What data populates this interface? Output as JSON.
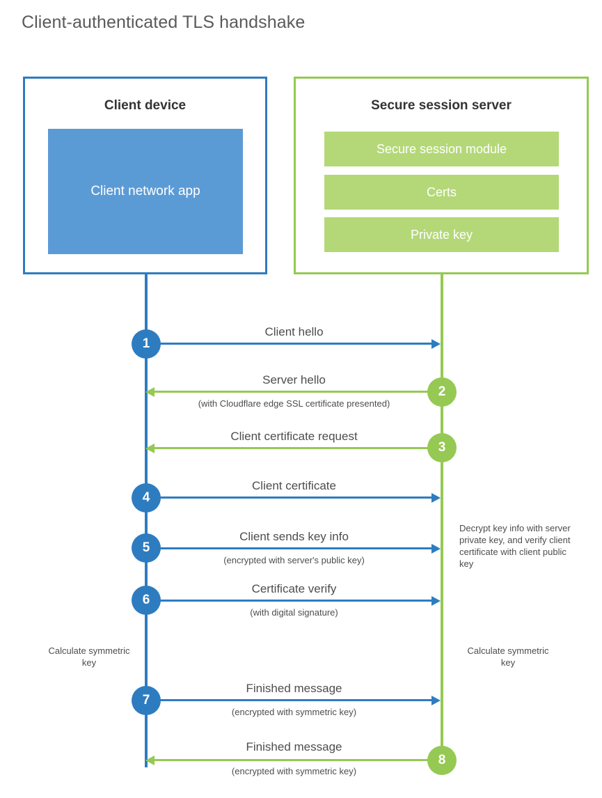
{
  "title": "Client-authenticated TLS handshake",
  "colors": {
    "client_blue": "#2e7cc0",
    "client_app_fill": "#5b9bd5",
    "server_green": "#95c954",
    "server_bar_fill": "#b4d878",
    "text": "#4d4d4d",
    "heading": "#5a5a5a"
  },
  "actors": {
    "client": {
      "title": "Client device",
      "app_label": "Client network app"
    },
    "server": {
      "title": "Secure session server",
      "components": [
        "Secure session module",
        "Certs",
        "Private key"
      ]
    }
  },
  "steps": [
    {
      "number": "1",
      "label": "Client hello",
      "sublabel": "",
      "direction": "client-to-server",
      "color": "blue"
    },
    {
      "number": "2",
      "label": "Server hello",
      "sublabel": "(with Cloudflare edge SSL certificate presented)",
      "direction": "server-to-client",
      "color": "green"
    },
    {
      "number": "3",
      "label": "Client certificate request",
      "sublabel": "",
      "direction": "server-to-client",
      "color": "green"
    },
    {
      "number": "4",
      "label": "Client certificate",
      "sublabel": "",
      "direction": "client-to-server",
      "color": "blue"
    },
    {
      "number": "5",
      "label": "Client sends key info",
      "sublabel": "(encrypted with server's public key)",
      "direction": "client-to-server",
      "color": "blue"
    },
    {
      "number": "6",
      "label": "Certificate verify",
      "sublabel": "(with digital signature)",
      "direction": "client-to-server",
      "color": "blue"
    },
    {
      "number": "7",
      "label": "Finished message",
      "sublabel": "(encrypted with symmetric key)",
      "direction": "client-to-server",
      "color": "blue"
    },
    {
      "number": "8",
      "label": "Finished message",
      "sublabel": "(encrypted with symmetric key)",
      "direction": "server-to-client",
      "color": "green"
    }
  ],
  "notes": {
    "server_decrypt": "Decrypt key info with server private key, and verify client certificate with client public key",
    "client_calculate": "Calculate symmetric key",
    "server_calculate": "Calculate symmetric key"
  }
}
